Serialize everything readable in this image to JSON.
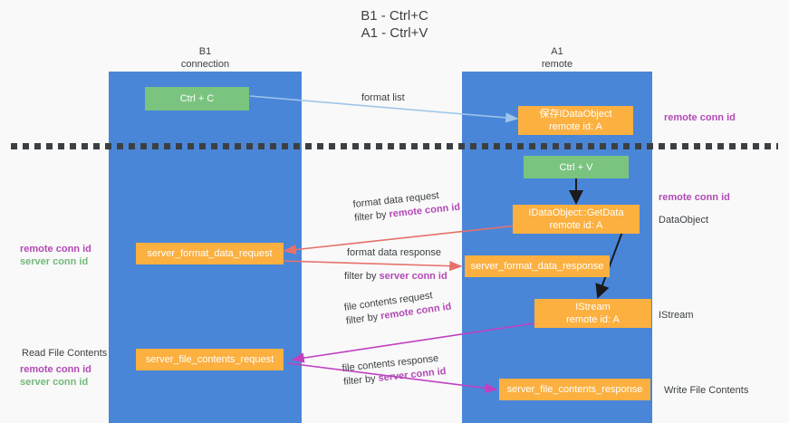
{
  "title": {
    "line1": "B1 - Ctrl+C",
    "line2": "A1 - Ctrl+V"
  },
  "lanes": [
    {
      "name": "B1",
      "sub": "connection",
      "color": "#4a86d8"
    },
    {
      "name": "A1",
      "sub": "remote",
      "color": "#4a86d8"
    }
  ],
  "colors": {
    "lane": "#4a86d8",
    "green_node": "#7ac47f",
    "orange_node": "#fbb040",
    "purple_text": "#b24ab5",
    "green_text": "#74b97a",
    "arrow_blue": "#9ec5e8",
    "arrow_red": "#e8706a",
    "arrow_magenta": "#c040c0",
    "arrow_black": "#1a1a1a",
    "dash": "#3c4043",
    "background": "#f9f9f9"
  },
  "nodes": {
    "ctrl_c": {
      "label": "Ctrl + C",
      "sub": ""
    },
    "save_idataobject": {
      "label": "保存IDataObject",
      "sub": "remote id: A"
    },
    "ctrl_v": {
      "label": "Ctrl + V",
      "sub": ""
    },
    "getdata": {
      "label": "IDataObject::GetData",
      "sub": "remote id: A"
    },
    "server_format_data_request": {
      "label": "server_format_data_request",
      "sub": ""
    },
    "server_format_data_response": {
      "label": "server_format_data_response",
      "sub": ""
    },
    "istream": {
      "label": "IStream",
      "sub": "remote id: A"
    },
    "server_file_contents_request": {
      "label": "server_file_contents_request",
      "sub": ""
    },
    "server_file_contents_response": {
      "label": "server_file_contents_response",
      "sub": ""
    }
  },
  "right_annotations": [
    {
      "id": "remote-conn-id-top",
      "text": "remote conn id",
      "style": "purple"
    },
    {
      "id": "remote-conn-id-mid",
      "text": "remote conn id",
      "style": "purple"
    },
    {
      "id": "dataobject",
      "text": "DataObject",
      "style": "plain"
    },
    {
      "id": "istream-label",
      "text": "IStream",
      "style": "plain"
    },
    {
      "id": "write-file-contents",
      "text": "Write File Contents",
      "style": "plain"
    }
  ],
  "left_annotations": [
    {
      "id": "remote-conn-id-left-1",
      "text": "remote conn id",
      "style": "purple"
    },
    {
      "id": "server-conn-id-left-1",
      "text": "server conn id",
      "style": "green"
    },
    {
      "id": "read-file-contents",
      "text": "Read File Contents",
      "style": "plain"
    },
    {
      "id": "remote-conn-id-left-2",
      "text": "remote conn id",
      "style": "purple"
    },
    {
      "id": "server-conn-id-left-2",
      "text": "server conn id",
      "style": "green"
    }
  ],
  "edge_labels": {
    "format_list": "format list",
    "format_data_request": "format data request",
    "format_data_request_filter_prefix": "filter by ",
    "format_data_request_filter_key": "remote conn id",
    "format_data_response": "format data response",
    "format_data_response_filter_prefix": "filter by ",
    "format_data_response_filter_key": "server conn id",
    "file_contents_request": "file contents request",
    "file_contents_request_filter_prefix": "filter by ",
    "file_contents_request_filter_key": "remote conn id",
    "file_contents_response": "file contents response",
    "file_contents_response_filter_prefix": "filter by ",
    "file_contents_response_filter_key": "server conn id"
  }
}
